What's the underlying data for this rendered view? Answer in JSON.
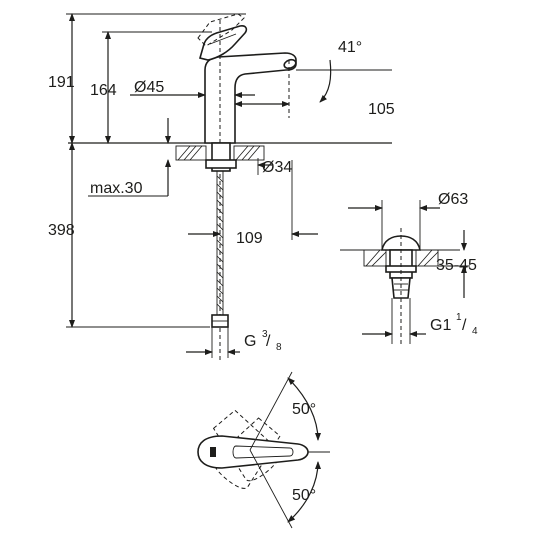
{
  "dimensions": {
    "height_total": "191",
    "height_spout": "164",
    "base_diameter": "Ø45",
    "handle_angle": "41°",
    "spout_reach": "105",
    "hole_diameter": "Ø34",
    "max_deck_thickness": "max.30",
    "hose_length": "398",
    "hole_offset": "109",
    "hose_thread": "G",
    "hose_thread_num": "3",
    "hose_thread_den": "8",
    "waste_diameter": "Ø63",
    "waste_range": "35-45",
    "waste_thread": "G1",
    "waste_thread_num": "1",
    "waste_thread_den": "4",
    "rotation_up": "50°",
    "rotation_down": "50°"
  }
}
